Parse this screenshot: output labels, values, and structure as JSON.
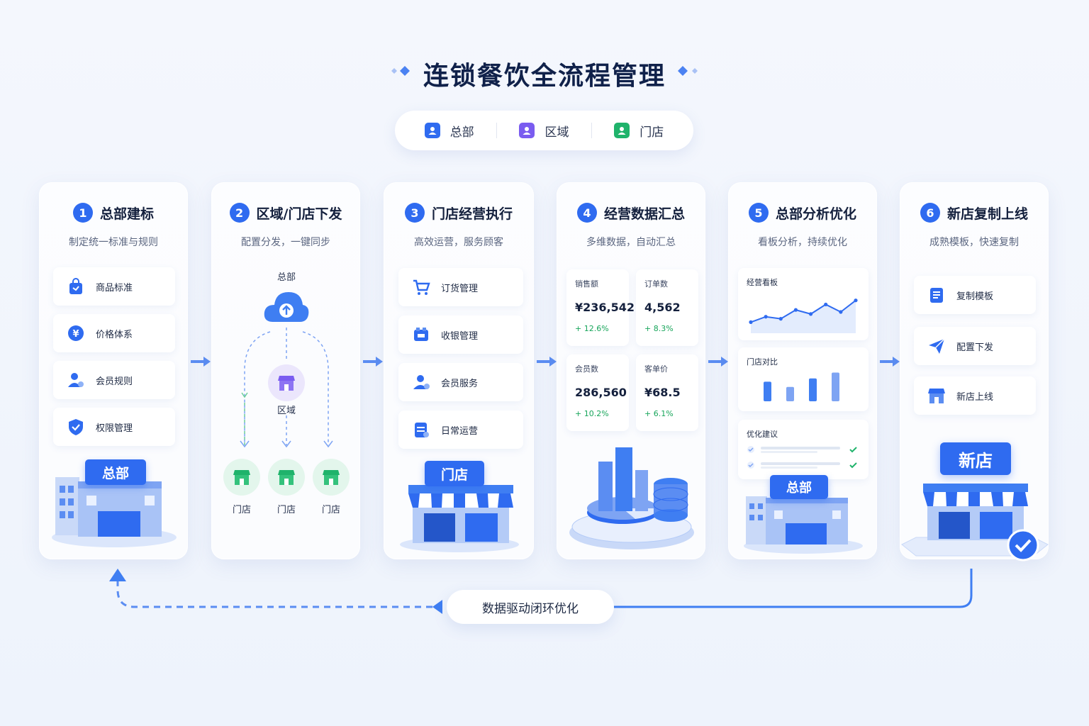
{
  "title": "连锁餐饮全流程管理",
  "legend": [
    {
      "label": "总部",
      "color": "#2f6bf0"
    },
    {
      "label": "区域",
      "color": "#7a5cf0"
    },
    {
      "label": "门店",
      "color": "#1fb36b"
    }
  ],
  "steps": [
    {
      "num": "1",
      "title": "总部建标",
      "subtitle": "制定统一标准与规则",
      "items": [
        "商品标准",
        "价格体系",
        "会员规则",
        "权限管理"
      ],
      "badge": "总部"
    },
    {
      "num": "2",
      "title": "区域/门店下发",
      "subtitle": "配置分发，一键同步",
      "tree": {
        "top": "总部",
        "middle": "区域",
        "leaves": [
          "门店",
          "门店",
          "门店"
        ]
      }
    },
    {
      "num": "3",
      "title": "门店经营执行",
      "subtitle": "高效运营，服务顾客",
      "items": [
        "订货管理",
        "收银管理",
        "会员服务",
        "日常运营"
      ],
      "badge": "门店"
    },
    {
      "num": "4",
      "title": "经营数据汇总",
      "subtitle": "多维数据，自动汇总",
      "stats": [
        {
          "label": "销售额",
          "value": "¥236,542",
          "change": "+ 12.6%"
        },
        {
          "label": "订单数",
          "value": "4,562",
          "change": "+ 8.3%"
        },
        {
          "label": "会员数",
          "value": "286,560",
          "change": "+ 10.2%"
        },
        {
          "label": "客单价",
          "value": "¥68.5",
          "change": "+ 6.1%"
        }
      ]
    },
    {
      "num": "5",
      "title": "总部分析优化",
      "subtitle": "看板分析，持续优化",
      "panels": [
        "经营看板",
        "门店对比",
        "优化建议"
      ],
      "badge": "总部"
    },
    {
      "num": "6",
      "title": "新店复制上线",
      "subtitle": "成熟模板，快速复制",
      "items": [
        "复制模板",
        "配置下发",
        "新店上线"
      ],
      "badge": "新店"
    }
  ],
  "loop_label": "数据驱动闭环优化",
  "chart_data": [
    {
      "type": "line",
      "values": [
        40,
        48,
        45,
        58,
        52,
        66,
        55,
        72
      ]
    },
    {
      "type": "bar",
      "values": [
        30,
        22,
        35,
        44
      ]
    }
  ]
}
